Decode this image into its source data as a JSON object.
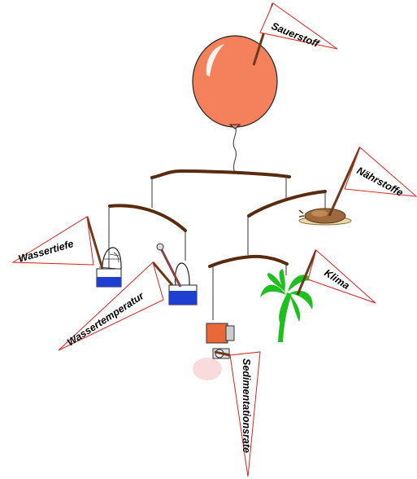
{
  "flags": {
    "oxygen": "Sauerstoff",
    "nutrients": "Nährstoffe",
    "depth": "Wassertiefe",
    "temperature": "Wassertemperatur",
    "climate": "Klima",
    "sediment": "Sedimentationsrate"
  },
  "colors": {
    "balloon": "#F4805C",
    "balloon_stroke": "#222222",
    "beam": "#5A2A0F",
    "flag_border": "#E02020",
    "pole": "#6B3A1A",
    "water": "#1E3FD0",
    "palm": "#1FBF1F",
    "sediment_box": "#E8683A"
  }
}
